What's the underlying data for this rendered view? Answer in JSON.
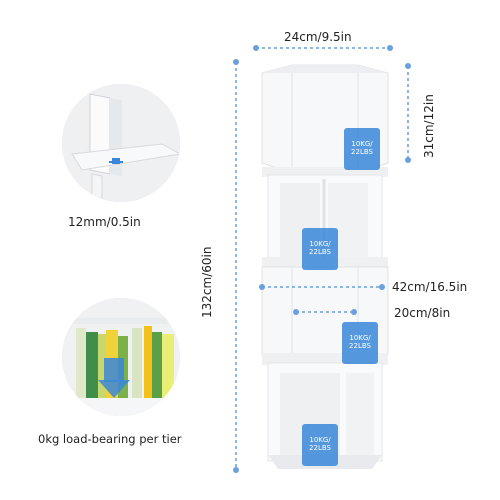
{
  "dimensions": {
    "width_label": "24cm/9.5in",
    "height_label": "132cm/60in",
    "tier_height_label": "31cm/12in",
    "diagonal_label": "42cm/16.5in",
    "inner_label": "20cm/8in",
    "board_thickness_label": "12mm/0.5in"
  },
  "load_badges": [
    {
      "text": "10KG/\n22LBS"
    },
    {
      "text": "10KG/\n22LBS"
    },
    {
      "text": "10KG/\n22LBS"
    },
    {
      "text": "10KG/\n22LBS"
    }
  ],
  "callout": {
    "load_text": "0kg load-bearing per tier"
  },
  "colors": {
    "accent_blue": "#3a87d9",
    "dim_line_blue": "#6aa0dc",
    "shelf_white": "#f7f8f9",
    "shelf_shadow": "#e2e5e8"
  }
}
